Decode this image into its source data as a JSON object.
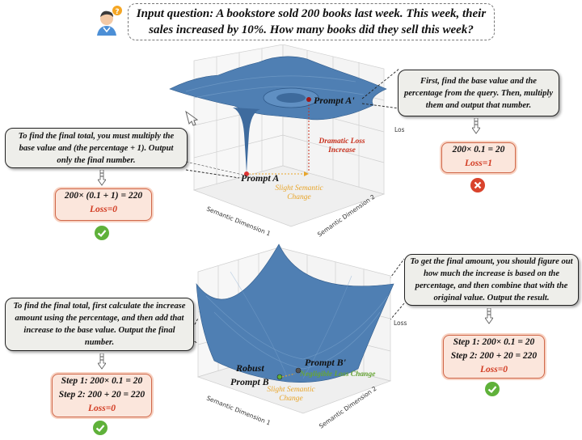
{
  "question": "Input question: A bookstore sold 200 books last week. This week, their sales increased by 10%. How many books did they sell this week?",
  "top": {
    "left_prompt": "To find the final total, you must multiply the base value and (the percentage + 1). Output only the final number.",
    "left_calc": "200× (0.1 + 1) = 220",
    "left_loss": "Loss=0",
    "right_prompt": "First, find the base value and the percentage from the query. Then, multiply them and output that number.",
    "right_calc": "200× 0.1 = 20",
    "right_loss": "Loss=1",
    "prompt_a": "Prompt A",
    "prompt_a_prime": "Prompt A'",
    "dramatic": "Dramatic Loss Increase",
    "slight": "Slight Semantic Change",
    "axis_loss": "Loss",
    "axis_dim1": "Semantic Dimension 1",
    "axis_dim2": "Semantic Dimension 2"
  },
  "bottom": {
    "left_prompt": "To find the final total, first calculate the increase amount using the percentage, and then add that increase to the base value. Output the final number.",
    "left_step1": "Step 1: 200× 0.1 = 20",
    "left_step2": "Step 2: 200 + 20 = 220",
    "left_loss": "Loss=0",
    "right_prompt": "To get the final amount, you should figure out how much the increase is based on the percentage, and then combine that with the original value. Output the result.",
    "right_step1": "Step 1: 200× 0.1 = 20",
    "right_step2": "Step 2: 200 + 20 = 220",
    "right_loss": "Loss=0",
    "robust": "Robust",
    "prompt_b": "Prompt B",
    "prompt_b_prime": "Prompt B'",
    "negligible": "Negligible Loss Change",
    "slight": "Slight Semantic Change",
    "axis_loss": "Loss",
    "axis_dim1": "Semantic Dimension 1",
    "axis_dim2": "Semantic Dimension 2"
  },
  "colors": {
    "surface": "#4f7fb3",
    "correct": "#5fb13a",
    "wrong": "#d9432c",
    "accent_orange": "#e8a52a"
  }
}
